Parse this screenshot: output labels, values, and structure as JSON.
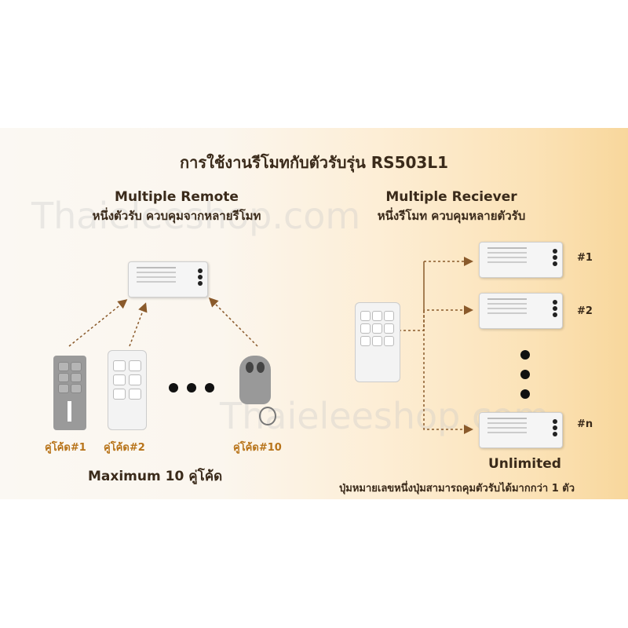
{
  "title": "การใช้งานรีโมทกับตัวรับรุ่น RS503L1",
  "watermark": "Thaieleeshop.com",
  "left": {
    "heading": "Multiple Remote",
    "subheading": "หนึ่งตัวรับ ควบคุมจากหลายรีโมท",
    "labels": [
      "คู่โค้ด#1",
      "คู่โค้ด#2",
      "คู่โค้ด#10"
    ],
    "footer": "Maximum 10 คู่โค้ด"
  },
  "right": {
    "heading": "Multiple Reciever",
    "subheading": "หนึ่งรีโมท ควบคุมหลายตัวรับ",
    "numbers": [
      "#1",
      "#2",
      "#n"
    ],
    "footer": "Unlimited",
    "note": "ปุ่มหมายเลขหนึ่งปุ่มสามารถคุมตัวรับได้มากกว่า 1 ตัว"
  },
  "colors": {
    "label": "#b8741a",
    "text": "#3a2a1a",
    "arrow": "#8a5a2b"
  }
}
